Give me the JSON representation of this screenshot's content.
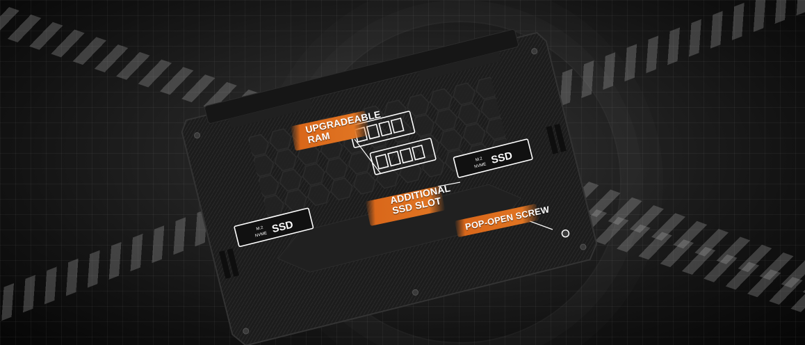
{
  "callouts": {
    "ram": "UPGRADEABLE\nRAM",
    "ram_line1": "UPGRADEABLE",
    "ram_line2": "RAM",
    "ssd_line1": "ADDITIONAL",
    "ssd_line2": "SSD SLOT",
    "screw": "POP-OPEN SCREW"
  },
  "ssd_cards": [
    {
      "top": "M.2",
      "bottom": "NVME",
      "label": "SSD"
    },
    {
      "top": "M.2",
      "bottom": "NVME",
      "label": "SSD"
    }
  ],
  "colors": {
    "accent": "#e07422",
    "chassis": "#1b1b1b",
    "outline": "#ffffff"
  }
}
